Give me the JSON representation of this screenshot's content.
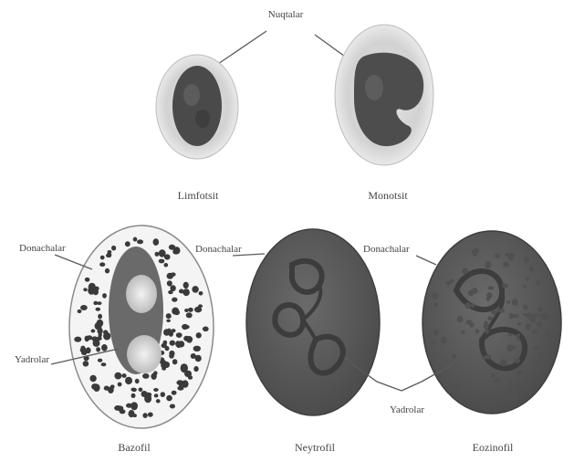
{
  "labels": {
    "top_pointer": "Nuqtalar",
    "cell1_caption": "Limfotsit",
    "cell2_caption": "Monotsit",
    "cell3_pointer_top": "Donachalar",
    "cell3_pointer_bottom": "Yadrolar",
    "cell3_caption": "Bazofil",
    "cell4_pointer_top": "Donachalar",
    "cell4_caption": "Neytrofil",
    "cell5_pointer_top": "Donachalar",
    "cell5_caption": "Eozinofil",
    "bottom_pointer": "Yadrolar"
  },
  "colors": {
    "cytoplasm_halo": "#cfcfcf",
    "nucleus_dark": "#4a4a4a",
    "cell_body_dark": "#5e5e5e",
    "granule": "#3a3a3a",
    "vacuole": "#d9d9d9"
  }
}
